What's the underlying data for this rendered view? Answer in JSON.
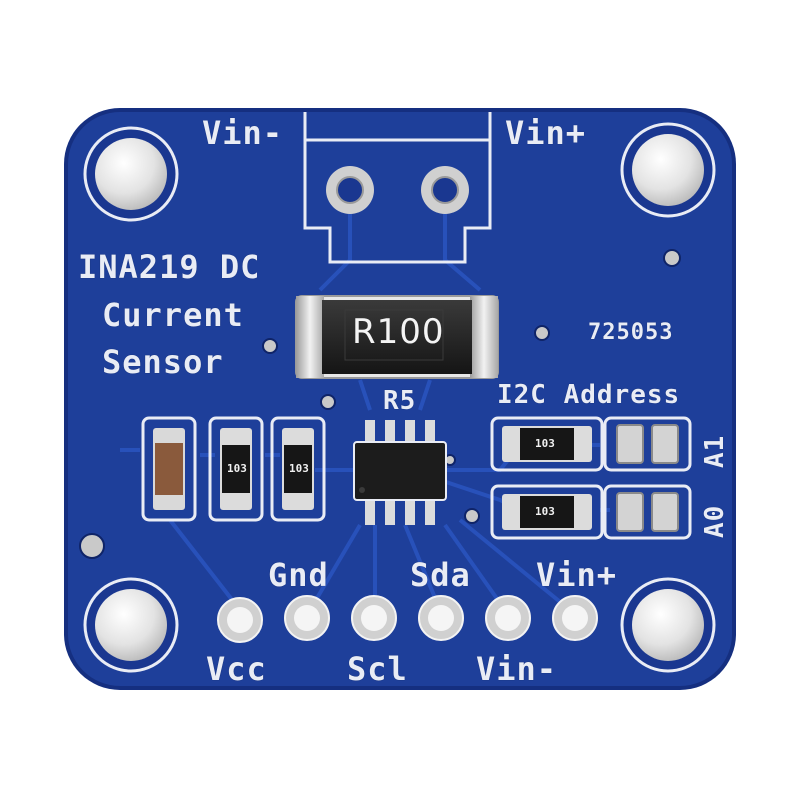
{
  "board": {
    "title_line1": "INA219 DC",
    "title_line2": "Current",
    "title_line3": "Sensor",
    "serial": "725053",
    "i2c_address": "I2C Address",
    "jumper_a1": "A1",
    "jumper_a0": "A0",
    "top_vin_minus": "Vin-",
    "top_vin_plus": "Vin+",
    "shunt_code": "R100",
    "chip_ref": "R5",
    "smd_code_1": "103",
    "smd_code_2": "103",
    "smd_code_3": "103",
    "smd_code_4": "103",
    "pins_top": [
      "Gnd",
      "Sda",
      "Vin+"
    ],
    "pins_bottom": [
      "Vcc",
      "Scl",
      "Vin-"
    ]
  },
  "colors": {
    "pcb": "#1e3f9a",
    "pcb_edge": "#152f80",
    "silkscreen": "#e9ecf5",
    "pad": "#d8d8d8"
  }
}
